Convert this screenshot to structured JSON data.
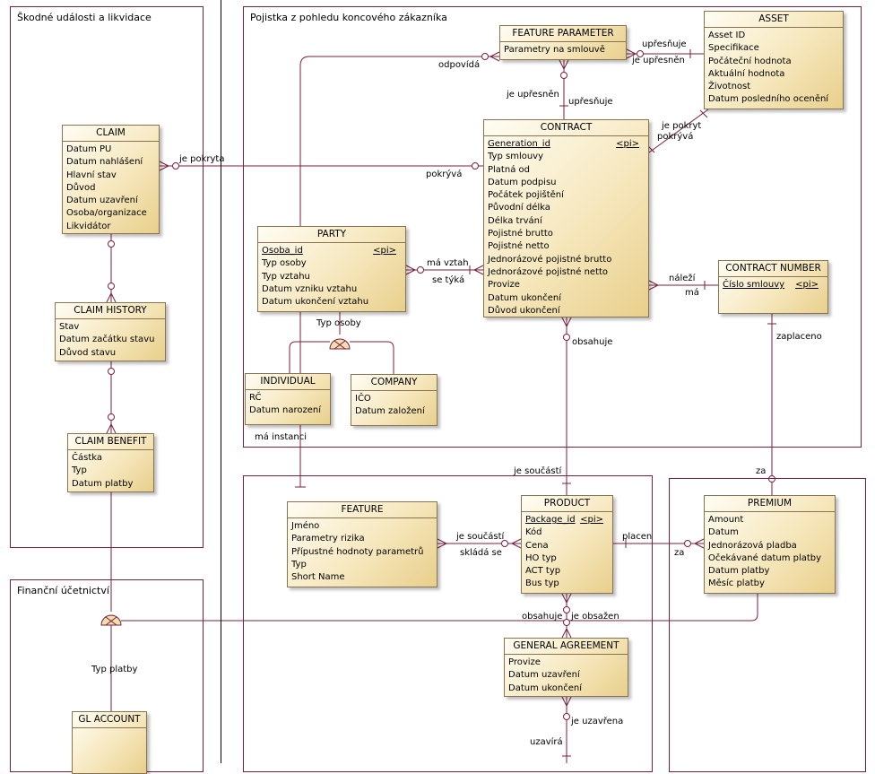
{
  "areas": {
    "claims": "Škodné události a likvidace",
    "finance": "Finanční účetnictví",
    "customer": "Pojistka z pohledu koncového zákazníka"
  },
  "entities": {
    "claim": {
      "title": "CLAIM",
      "attrs": [
        "Datum PU",
        "Datum nahlášení",
        "Hlavní stav",
        "Důvod",
        "Datum uzavření",
        "Osoba/organizace",
        "Likvidátor"
      ]
    },
    "claim_history": {
      "title": "CLAIM HISTORY",
      "attrs": [
        "Stav",
        "Datum začátku stavu",
        "Důvod stavu"
      ]
    },
    "claim_benefit": {
      "title": "CLAIM BENEFIT",
      "attrs": [
        "Částka",
        "Typ",
        "Datum platby"
      ]
    },
    "gl_account": {
      "title": "GL ACCOUNT",
      "attrs": []
    },
    "feature_parameter": {
      "title": "FEATURE PARAMETER",
      "attrs": [
        "Parametry na smlouvě"
      ]
    },
    "asset": {
      "title": "ASSET",
      "attrs": [
        "Asset ID",
        "Specifikace",
        "Počáteční hodnota",
        "Aktuální hodnota",
        "Životnost",
        "Datum posledního ocenění"
      ]
    },
    "contract": {
      "title": "CONTRACT",
      "key": "Generation_id",
      "key_tag": "<pi>",
      "attrs": [
        "Typ smlouvy",
        "Platná od",
        "Datum podpisu",
        "Počátek pojištění",
        "Původní délka",
        "Délka trvání",
        "Pojistné brutto",
        "Pojistné netto",
        "Jednorázové pojistné brutto",
        "Jednorázové pojistné netto",
        "Provize",
        "Datum ukončení",
        "Důvod ukončení"
      ]
    },
    "party": {
      "title": "PARTY",
      "key": "Osoba_id",
      "key_tag": "<pi>",
      "attrs": [
        "Typ osoby",
        "Typ vztahu",
        "Datum vzniku vztahu",
        "Datum ukončení vztahu"
      ]
    },
    "individual": {
      "title": "INDIVIDUAL",
      "attrs": [
        "RČ",
        "Datum narození"
      ]
    },
    "company": {
      "title": "COMPANY",
      "attrs": [
        "IČO",
        "Datum založení"
      ]
    },
    "contract_number": {
      "title": "CONTRACT NUMBER",
      "key": "Číslo smlouvy",
      "key_tag": "<pi>",
      "attrs": []
    },
    "feature": {
      "title": "FEATURE",
      "attrs": [
        "Jméno",
        "Parametry rizika",
        "Přípustné hodnoty parametrů",
        "Typ",
        "Short Name"
      ]
    },
    "product": {
      "title": "PRODUCT",
      "key": "Package_id",
      "key_tag": "<pi>",
      "attrs": [
        "Kód",
        "Cena",
        "HO typ",
        "ACT typ",
        "Bus typ"
      ]
    },
    "premium": {
      "title": "PREMIUM",
      "attrs": [
        "Amount",
        "Datum",
        "Jednorázová pladba",
        "Očekávané datum platby",
        "Datum platby",
        "Měsíc platby"
      ]
    },
    "general_agreement": {
      "title": "GENERAL AGREEMENT",
      "attrs": [
        "Provize",
        "Datum uzavření",
        "Datum ukončení"
      ]
    }
  },
  "labels": {
    "je_pokryta": "je pokryta",
    "pokryva_claim": "pokrývá",
    "odpovida": "odpovídá",
    "upresnuje_1": "upřesňuje",
    "je_upresnen_1": "je upřesněn",
    "je_upresnen_2": "je upřesněn",
    "upresnuje_2": "upřesňuje",
    "je_pokryt": "je pokryt",
    "pokryva_asset": "pokrývá",
    "ma_vztah": "má vztah",
    "se_tyka": "se týká",
    "nalezi": "náleží",
    "ma": "má",
    "typ_osoby": "Typ osoby",
    "obsahuje_1": "obsahuje",
    "zaplaceno": "zaplaceno",
    "ma_instanci": "má instanci",
    "je_soucasti_1": "je součástí",
    "za_1": "za",
    "je_soucasti_2": "je součástí",
    "sklada_se": "skládá se",
    "placen": "placen",
    "za_2": "za",
    "obsahuje_2": "obsahuje",
    "je_obsazen": "je obsažen",
    "je_uzavrena": "je uzavřena",
    "uzavira": "uzavírá",
    "typ_platby": "Typ platby"
  }
}
